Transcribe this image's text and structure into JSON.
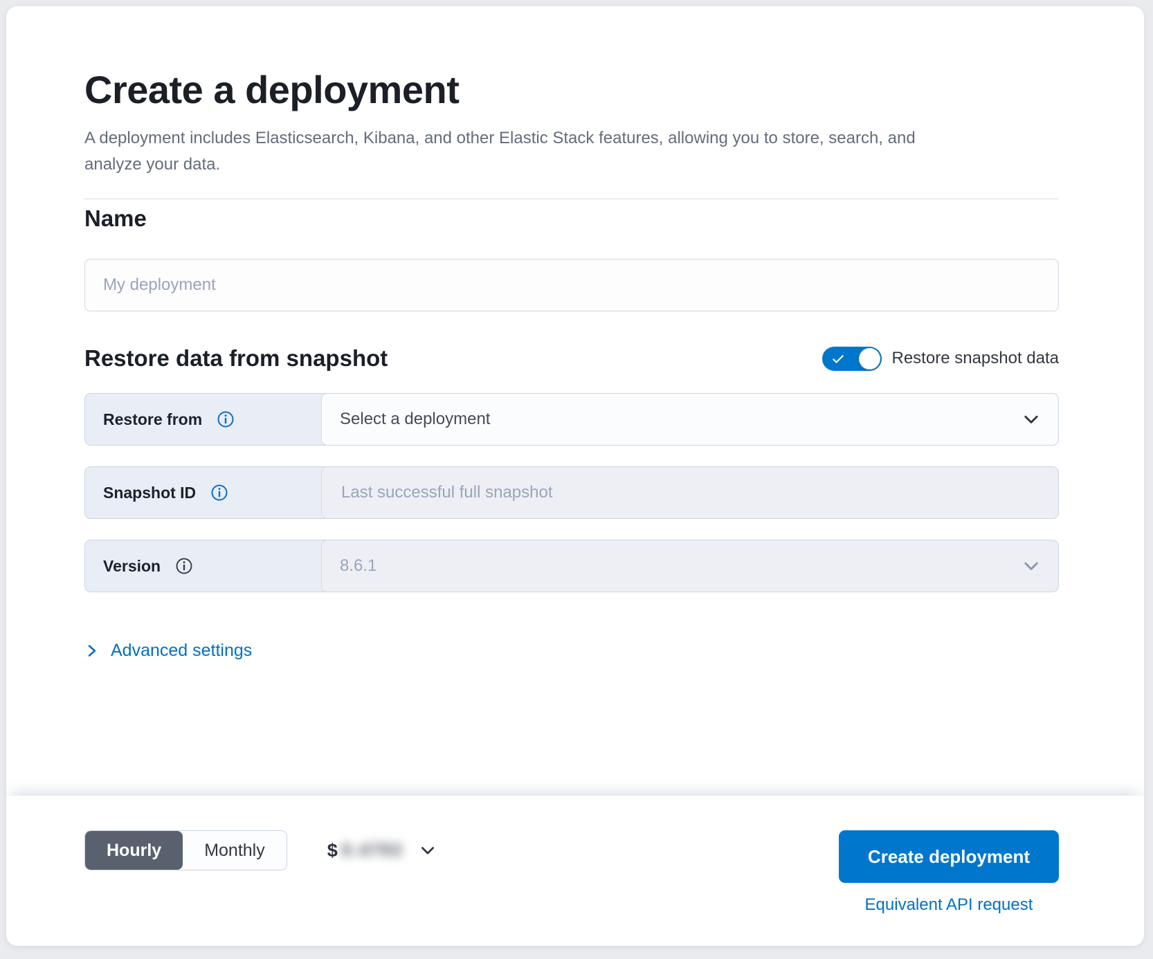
{
  "header": {
    "title": "Create a deployment",
    "subtitle": "A deployment includes Elasticsearch, Kibana, and other Elastic Stack features, allowing you to store, search, and analyze your data."
  },
  "name_section": {
    "heading": "Name",
    "placeholder": "My deployment",
    "value": ""
  },
  "restore_section": {
    "heading": "Restore data from snapshot",
    "toggle": {
      "label": "Restore snapshot data",
      "state": "on"
    },
    "rows": {
      "restore_from": {
        "label": "Restore from",
        "value": "Select a deployment",
        "control": "select",
        "disabled": false
      },
      "snapshot_id": {
        "label": "Snapshot ID",
        "placeholder": "Last successful full snapshot",
        "value": "",
        "control": "text",
        "disabled": true
      },
      "version": {
        "label": "Version",
        "value": "8.6.1",
        "control": "select",
        "disabled": true
      }
    },
    "advanced_settings_label": "Advanced settings"
  },
  "footer": {
    "billing_toggle": {
      "options": [
        "Hourly",
        "Monthly"
      ],
      "selected": "Hourly"
    },
    "price": {
      "currency": "$",
      "amount": "0.4793",
      "blurred": true
    },
    "create_button_label": "Create deployment",
    "api_link_label": "Equivalent API request"
  },
  "colors": {
    "primary": "#0077cc",
    "link": "#0071c2",
    "text": "#343741",
    "heading": "#1b1f27",
    "border": "#d3dae6",
    "label_cell_bg": "#e9edf5",
    "disabled_bg": "#edeff5",
    "selected_segment_bg": "#5a616e",
    "page_bg": "#e9ebef"
  }
}
